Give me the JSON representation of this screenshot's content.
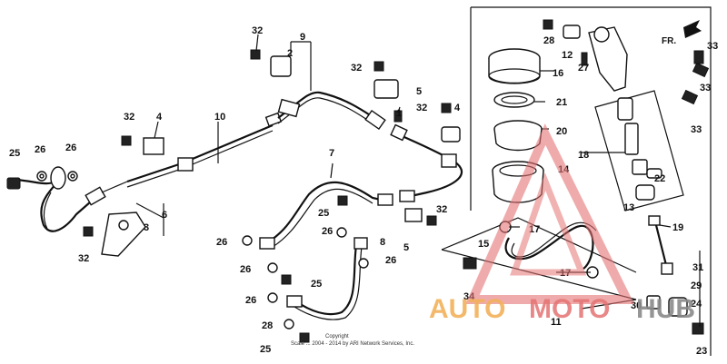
{
  "callouts": [
    {
      "id": "c32a",
      "text": "32"
    },
    {
      "id": "c9",
      "text": "9"
    },
    {
      "id": "c2",
      "text": "2"
    },
    {
      "id": "c32b",
      "text": "32"
    },
    {
      "id": "c5a",
      "text": "5"
    },
    {
      "id": "c32c",
      "text": "32"
    },
    {
      "id": "c4a",
      "text": "4"
    },
    {
      "id": "c32d",
      "text": "32"
    },
    {
      "id": "c4b",
      "text": "4"
    },
    {
      "id": "c10",
      "text": "10"
    },
    {
      "id": "c1",
      "text": "1"
    },
    {
      "id": "c25a",
      "text": "25"
    },
    {
      "id": "c26a",
      "text": "26"
    },
    {
      "id": "c26b",
      "text": "26"
    },
    {
      "id": "c7",
      "text": "7"
    },
    {
      "id": "c6",
      "text": "6"
    },
    {
      "id": "c3",
      "text": "3"
    },
    {
      "id": "c32e",
      "text": "32"
    },
    {
      "id": "c25b",
      "text": "25"
    },
    {
      "id": "c26c",
      "text": "26"
    },
    {
      "id": "c26d",
      "text": "26"
    },
    {
      "id": "c8",
      "text": "8"
    },
    {
      "id": "c26e",
      "text": "26"
    },
    {
      "id": "c32f",
      "text": "32"
    },
    {
      "id": "c5b",
      "text": "5"
    },
    {
      "id": "c26f",
      "text": "26"
    },
    {
      "id": "c25c",
      "text": "25"
    },
    {
      "id": "c26g",
      "text": "26"
    },
    {
      "id": "c28a",
      "text": "28"
    },
    {
      "id": "c25d",
      "text": "25"
    },
    {
      "id": "c28b",
      "text": "28"
    },
    {
      "id": "c12",
      "text": "12"
    },
    {
      "id": "c27",
      "text": "27"
    },
    {
      "id": "c16",
      "text": "16"
    },
    {
      "id": "c21",
      "text": "21"
    },
    {
      "id": "c20",
      "text": "20"
    },
    {
      "id": "c18",
      "text": "18"
    },
    {
      "id": "c14",
      "text": "14"
    },
    {
      "id": "c22",
      "text": "22"
    },
    {
      "id": "c13",
      "text": "13"
    },
    {
      "id": "c19",
      "text": "19"
    },
    {
      "id": "c17a",
      "text": "17"
    },
    {
      "id": "c15",
      "text": "15"
    },
    {
      "id": "c17b",
      "text": "17"
    },
    {
      "id": "c31",
      "text": "31"
    },
    {
      "id": "c29",
      "text": "29"
    },
    {
      "id": "c34",
      "text": "34"
    },
    {
      "id": "c30",
      "text": "30"
    },
    {
      "id": "c24",
      "text": "24"
    },
    {
      "id": "c11",
      "text": "11"
    },
    {
      "id": "c23",
      "text": "23"
    },
    {
      "id": "c33a",
      "text": "33"
    },
    {
      "id": "c33b",
      "text": "33"
    },
    {
      "id": "c33c",
      "text": "33"
    }
  ],
  "direction_label": "FR.",
  "copyright": {
    "line1": "Copyright",
    "line2": "Scale ... 2004 - 2014 by ARI Network Services, Inc."
  },
  "watermark": {
    "part1": "AUTO",
    "part2": "MOTO",
    "part3": "HUB"
  },
  "colors": {
    "line": "#111111",
    "watermark_orange": "#f2b15a",
    "watermark_red": "#e57373",
    "watermark_gray": "#8a8a8a"
  }
}
